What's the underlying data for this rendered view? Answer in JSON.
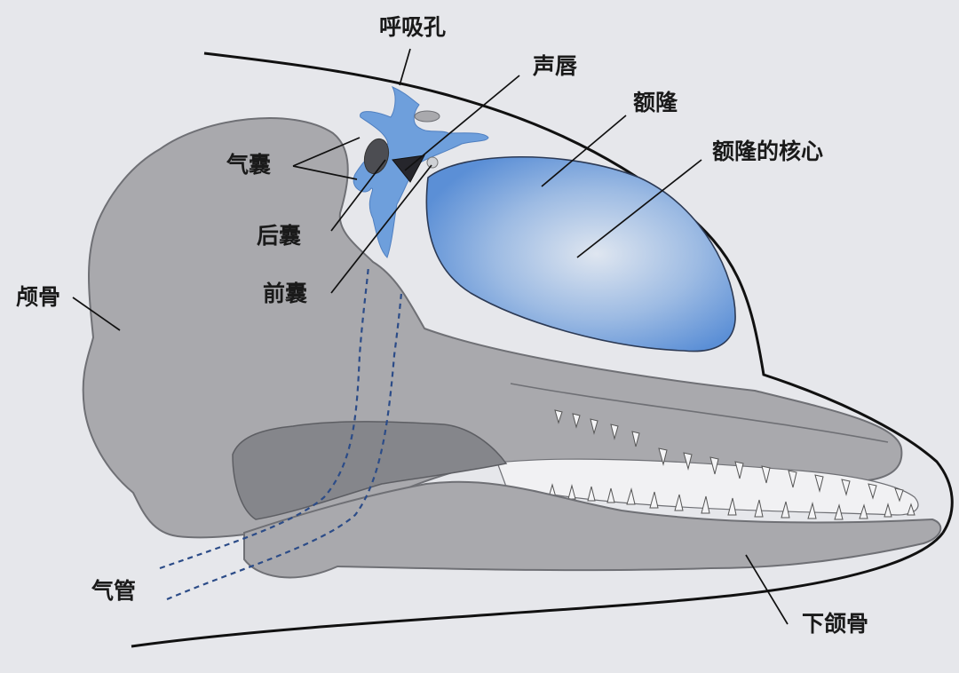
{
  "labels": {
    "blowhole": "呼吸孔",
    "phonic_lips": "声唇",
    "melon": "额隆",
    "melon_core": "额隆的核心",
    "air_sacs": "气囊",
    "posterior_sac": "后囊",
    "anterior_sac": "前囊",
    "skull": "颅骨",
    "trachea": "气管",
    "mandible": "下颌骨"
  },
  "colors": {
    "background": "#e6e7eb",
    "outline": "#111111",
    "bone": "#a9a9ad",
    "bone_dark": "#85868b",
    "air_sac_blue": "#6e9fdc",
    "melon_blue": "#5b8fd6",
    "melon_core": "#dfe6f0",
    "trachea_dash": "#2c4c88"
  }
}
